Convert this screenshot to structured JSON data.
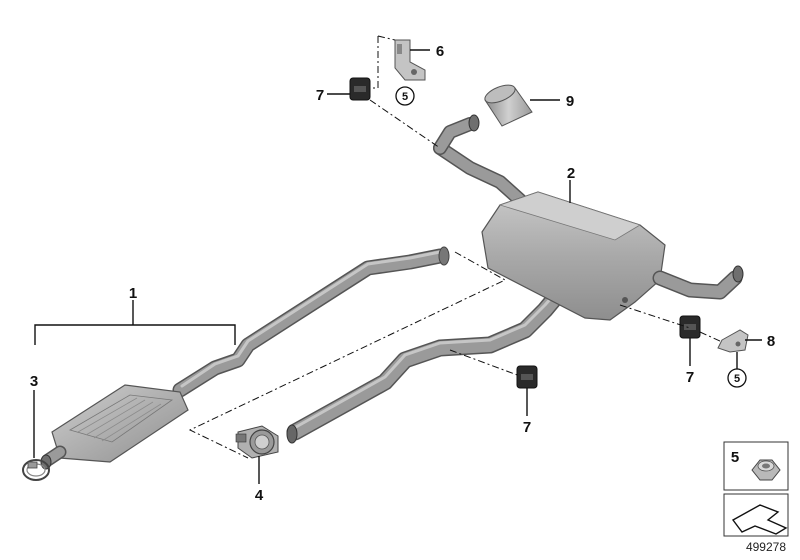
{
  "callouts": {
    "c1": "1",
    "c2": "2",
    "c3": "3",
    "c4": "4",
    "c5_top": "5",
    "c5_right": "5",
    "c6": "6",
    "c7_top": "7",
    "c7_mid": "7",
    "c7_right": "7",
    "c8": "8",
    "c9": "9"
  },
  "legend": {
    "item_number": "5"
  },
  "doc_number": "499278",
  "colors": {
    "pipe": "#9a9a9a",
    "pipe_edge": "#555555",
    "muffler": "#a8a8a8",
    "line": "#111111"
  }
}
